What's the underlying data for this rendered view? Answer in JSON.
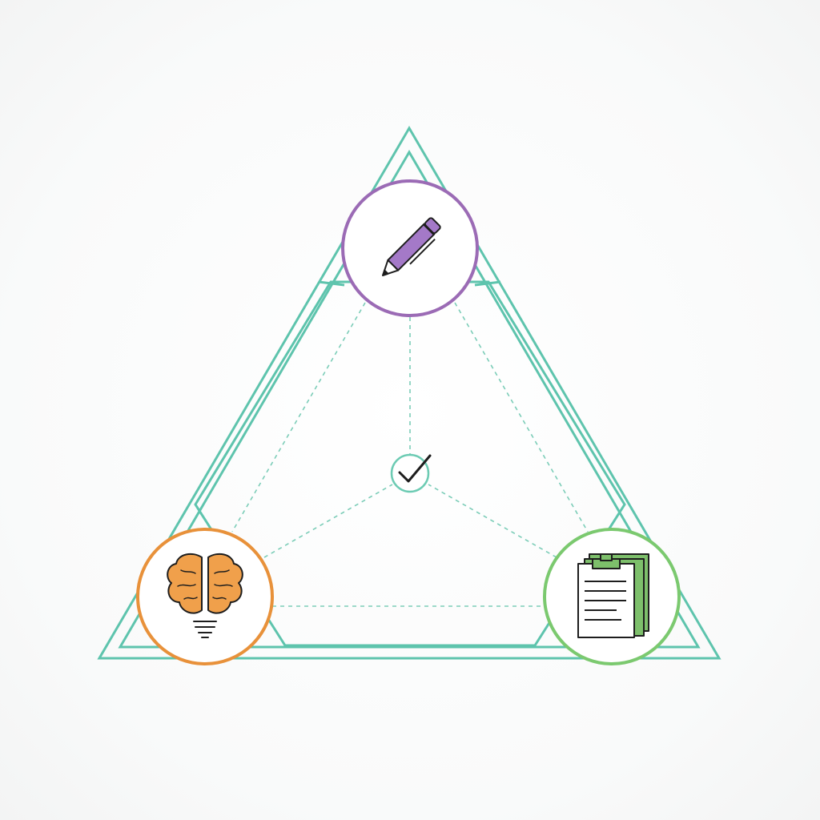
{
  "colors": {
    "frame": "#5ec4ad",
    "connector": "#7ccdb8",
    "node_top": "#9b6bb5",
    "node_left": "#e8913a",
    "node_right": "#7bc96f",
    "pencil_fill": "#a479c8",
    "brain_fill": "#f0a04b",
    "clipboard_fill": "#7dbf6b",
    "ink": "#1d1d1d"
  },
  "nodes": [
    {
      "id": "top",
      "icon": "pencil-icon"
    },
    {
      "id": "left",
      "icon": "brain-lightbulb-icon"
    },
    {
      "id": "right",
      "icon": "clipboard-icon"
    }
  ],
  "center": {
    "icon": "checkmark-icon"
  }
}
